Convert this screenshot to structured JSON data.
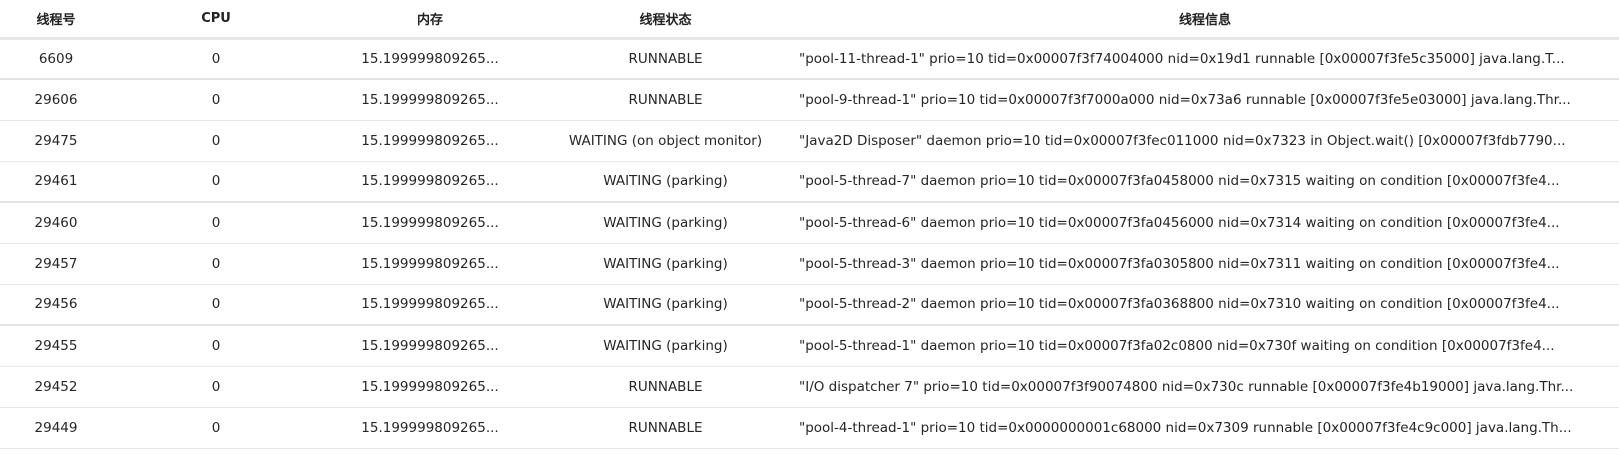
{
  "table": {
    "headers": {
      "thread_id": "线程号",
      "cpu": "CPU",
      "memory": "内存",
      "state": "线程状态",
      "info": "线程信息"
    },
    "rows": [
      {
        "thread_id": "6609",
        "cpu": "0",
        "memory": "15.199999809265...",
        "state": "RUNNABLE",
        "info": "\"pool-11-thread-1\" prio=10 tid=0x00007f3f74004000 nid=0x19d1 runnable [0x00007f3fe5c35000] java.lang.T..."
      },
      {
        "thread_id": "29606",
        "cpu": "0",
        "memory": "15.199999809265...",
        "state": "RUNNABLE",
        "info": "\"pool-9-thread-1\" prio=10 tid=0x00007f3f7000a000 nid=0x73a6 runnable [0x00007f3fe5e03000] java.lang.Thr..."
      },
      {
        "thread_id": "29475",
        "cpu": "0",
        "memory": "15.199999809265...",
        "state": "WAITING (on object monitor)",
        "info": "\"Java2D Disposer\" daemon prio=10 tid=0x00007f3fec011000 nid=0x7323 in Object.wait() [0x00007f3fdb7790..."
      },
      {
        "thread_id": "29461",
        "cpu": "0",
        "memory": "15.199999809265...",
        "state": "WAITING (parking)",
        "info": "\"pool-5-thread-7\" daemon prio=10 tid=0x00007f3fa0458000 nid=0x7315 waiting on condition [0x00007f3fe4..."
      },
      {
        "thread_id": "29460",
        "cpu": "0",
        "memory": "15.199999809265...",
        "state": "WAITING (parking)",
        "info": "\"pool-5-thread-6\" daemon prio=10 tid=0x00007f3fa0456000 nid=0x7314 waiting on condition [0x00007f3fe4..."
      },
      {
        "thread_id": "29457",
        "cpu": "0",
        "memory": "15.199999809265...",
        "state": "WAITING (parking)",
        "info": "\"pool-5-thread-3\" daemon prio=10 tid=0x00007f3fa0305800 nid=0x7311 waiting on condition [0x00007f3fe4..."
      },
      {
        "thread_id": "29456",
        "cpu": "0",
        "memory": "15.199999809265...",
        "state": "WAITING (parking)",
        "info": "\"pool-5-thread-2\" daemon prio=10 tid=0x00007f3fa0368800 nid=0x7310 waiting on condition [0x00007f3fe4..."
      },
      {
        "thread_id": "29455",
        "cpu": "0",
        "memory": "15.199999809265...",
        "state": "WAITING (parking)",
        "info": "\"pool-5-thread-1\" daemon prio=10 tid=0x00007f3fa02c0800 nid=0x730f waiting on condition [0x00007f3fe4..."
      },
      {
        "thread_id": "29452",
        "cpu": "0",
        "memory": "15.199999809265...",
        "state": "RUNNABLE",
        "info": "\"I/O dispatcher 7\" prio=10 tid=0x00007f3f90074800 nid=0x730c runnable [0x00007f3fe4b19000] java.lang.Thr..."
      },
      {
        "thread_id": "29449",
        "cpu": "0",
        "memory": "15.199999809265...",
        "state": "RUNNABLE",
        "info": "\"pool-4-thread-1\" prio=10 tid=0x0000000001c68000 nid=0x7309 runnable [0x00007f3fe4c9c000] java.lang.Th..."
      }
    ]
  }
}
